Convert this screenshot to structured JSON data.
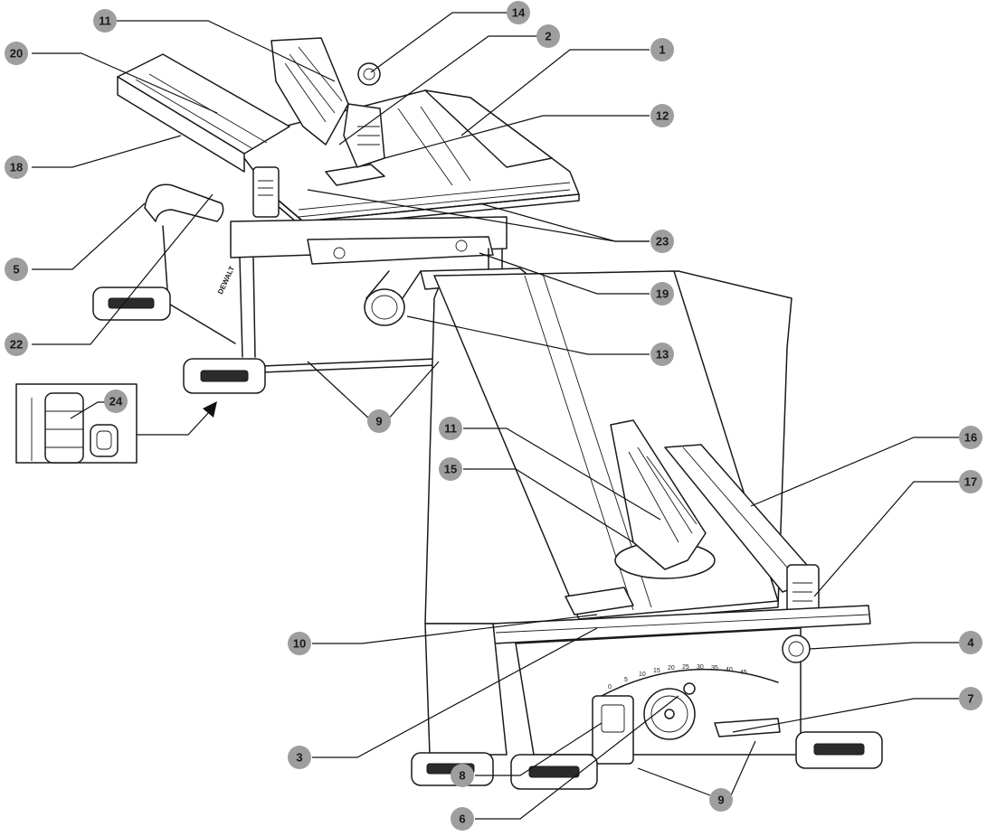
{
  "brand": "DEWALT",
  "colors": {
    "ink": "#1a1a1a",
    "callout": "#9e9e9e",
    "background": "#ffffff"
  },
  "callouts": {
    "c1": "1",
    "c2": "2",
    "c3": "3",
    "c4": "4",
    "c5": "5",
    "c6": "6",
    "c7": "7",
    "c8": "8",
    "c9_top": "9",
    "c9_bottom": "9",
    "c10": "10",
    "c11_top": "11",
    "c11_bottom": "11",
    "c12": "12",
    "c13": "13",
    "c14": "14",
    "c15": "15",
    "c16": "16",
    "c17": "17",
    "c18": "18",
    "c19": "19",
    "c20": "20",
    "c22": "22",
    "c23": "23",
    "c24": "24"
  },
  "scale_ticks": [
    "0",
    "5",
    "10",
    "15",
    "20",
    "25",
    "30",
    "35",
    "40",
    "45"
  ]
}
